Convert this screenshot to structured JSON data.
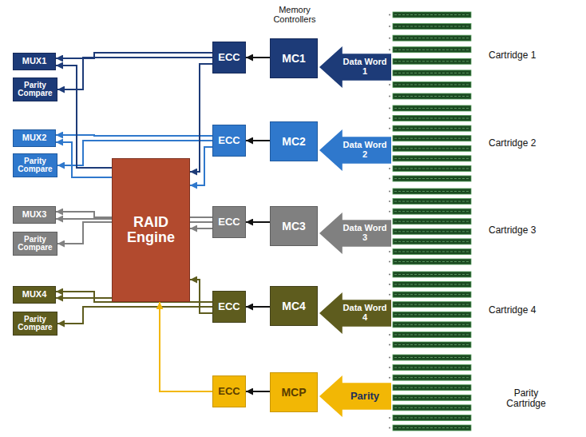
{
  "diagram": {
    "nodes": [
      {
        "text": [
          "MUX1"
        ]
      },
      {
        "text": [
          "Parity Compare"
        ]
      },
      {
        "text": [
          "MUX2"
        ]
      },
      {
        "text": [
          "Parity Compare"
        ]
      },
      {
        "text": [
          "MUX3"
        ]
      },
      {
        "text": [
          "Parity Compare"
        ]
      },
      {
        "text": [
          "MUX4"
        ]
      },
      {
        "text": [
          "Parity Compare"
        ]
      },
      {
        "text": [
          "RAID Engine"
        ]
      },
      {
        "text": [
          "ECC"
        ]
      },
      {
        "text": [
          "ECC"
        ]
      },
      {
        "text": [
          "ECC"
        ]
      },
      {
        "text": [
          "ECC"
        ]
      },
      {
        "text": [
          "ECC"
        ]
      },
      {
        "text": [
          "MC1"
        ]
      },
      {
        "text": [
          "MC2"
        ]
      },
      {
        "text": [
          "MC3"
        ]
      },
      {
        "text": [
          "MC4"
        ]
      },
      {
        "text": [
          "MCP"
        ]
      },
      {
        "text": [
          "Data Word 1"
        ]
      },
      {
        "text": [
          "Data Word 2"
        ]
      },
      {
        "text": [
          "Data Word 3"
        ]
      },
      {
        "text": [
          "Data Word 4"
        ]
      },
      {
        "text": [
          "Parity"
        ]
      }
    ],
    "edges": [
      {
        "from": 14,
        "to": 9,
        "arrow": "to"
      },
      {
        "from": 15,
        "to": 10,
        "arrow": "to"
      },
      {
        "from": 16,
        "to": 11,
        "arrow": "to"
      },
      {
        "from": 17,
        "to": 12,
        "arrow": "to"
      },
      {
        "from": 18,
        "to": 13,
        "arrow": "to"
      },
      {
        "from": 9,
        "to": 0,
        "arrow": "to"
      },
      {
        "from": 10,
        "to": 2,
        "arrow": "to"
      },
      {
        "from": 11,
        "to": 4,
        "arrow": "to"
      },
      {
        "from": 12,
        "to": 6,
        "arrow": "to"
      },
      {
        "from": 9,
        "to": 1,
        "arrow": "to"
      },
      {
        "from": 10,
        "to": 3,
        "arrow": "to"
      },
      {
        "from": 11,
        "to": 5,
        "arrow": "to"
      },
      {
        "from": 12,
        "to": 7,
        "arrow": "to"
      },
      {
        "from": 9,
        "to": 8,
        "arrow": "to"
      },
      {
        "from": 10,
        "to": 8,
        "arrow": "to"
      },
      {
        "from": 11,
        "to": 8,
        "arrow": "to"
      },
      {
        "from": 12,
        "to": 8,
        "arrow": "to"
      },
      {
        "from": 13,
        "to": 8,
        "arrow": "to"
      },
      {
        "from": 8,
        "to": 0,
        "arrow": "to"
      },
      {
        "from": 8,
        "to": 2,
        "arrow": "to"
      },
      {
        "from": 8,
        "to": 4,
        "arrow": "to"
      },
      {
        "from": 8,
        "to": 6,
        "arrow": "to"
      }
    ],
    "labels": [
      "Memory Controllers",
      "Cartridge 1",
      "Cartridge 2",
      "Cartridge 3",
      "Cartridge 4",
      "Parity Cartridge"
    ]
  }
}
